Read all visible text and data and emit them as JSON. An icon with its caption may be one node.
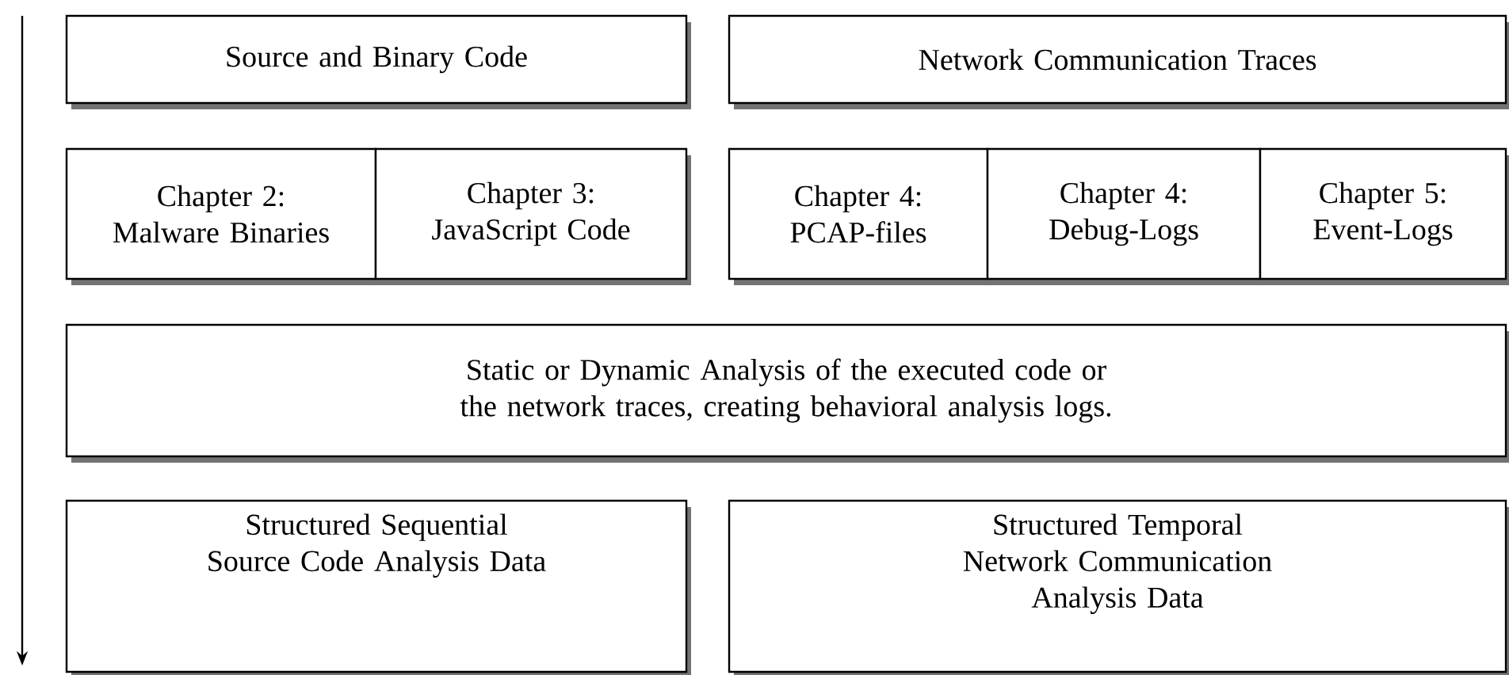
{
  "diagram": {
    "nodes": [
      {
        "text": [
          "Source and Binary Code"
        ]
      },
      {
        "text": [
          "Network Communication Traces"
        ]
      },
      {
        "text": [
          "Chapter 2: Malware Binaries"
        ]
      },
      {
        "text": [
          "Chapter 3: JavaScript Code"
        ]
      },
      {
        "text": [
          "Chapter 4: PCAP-files"
        ]
      },
      {
        "text": [
          "Chapter 4: Debug-Logs"
        ]
      },
      {
        "text": [
          "Chapter 5: Event-Logs"
        ]
      },
      {
        "text": [
          "Static or Dynamic Analysis of the executed code or the network traces, creating behavioral analysis logs."
        ]
      },
      {
        "text": [
          "Structured Sequential Source Code Analysis Data"
        ]
      },
      {
        "text": [
          "Structured Temporal Network Communication Analysis Data"
        ]
      }
    ]
  }
}
